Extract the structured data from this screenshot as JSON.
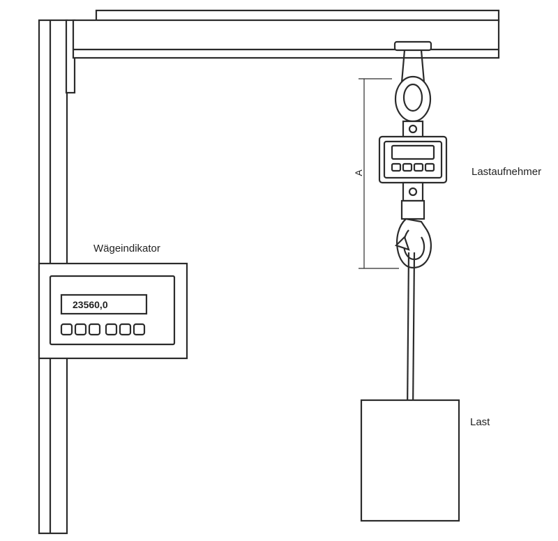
{
  "labels": {
    "load_cell": "Lastaufnehmer",
    "indicator": "Wägeindikator",
    "load": "Last",
    "dimension": "A"
  },
  "indicator_display": {
    "value": "23560,0"
  },
  "colors": {
    "line": "#2b2b2b",
    "fill": "#ffffff",
    "shade": "#e6e6e6"
  }
}
